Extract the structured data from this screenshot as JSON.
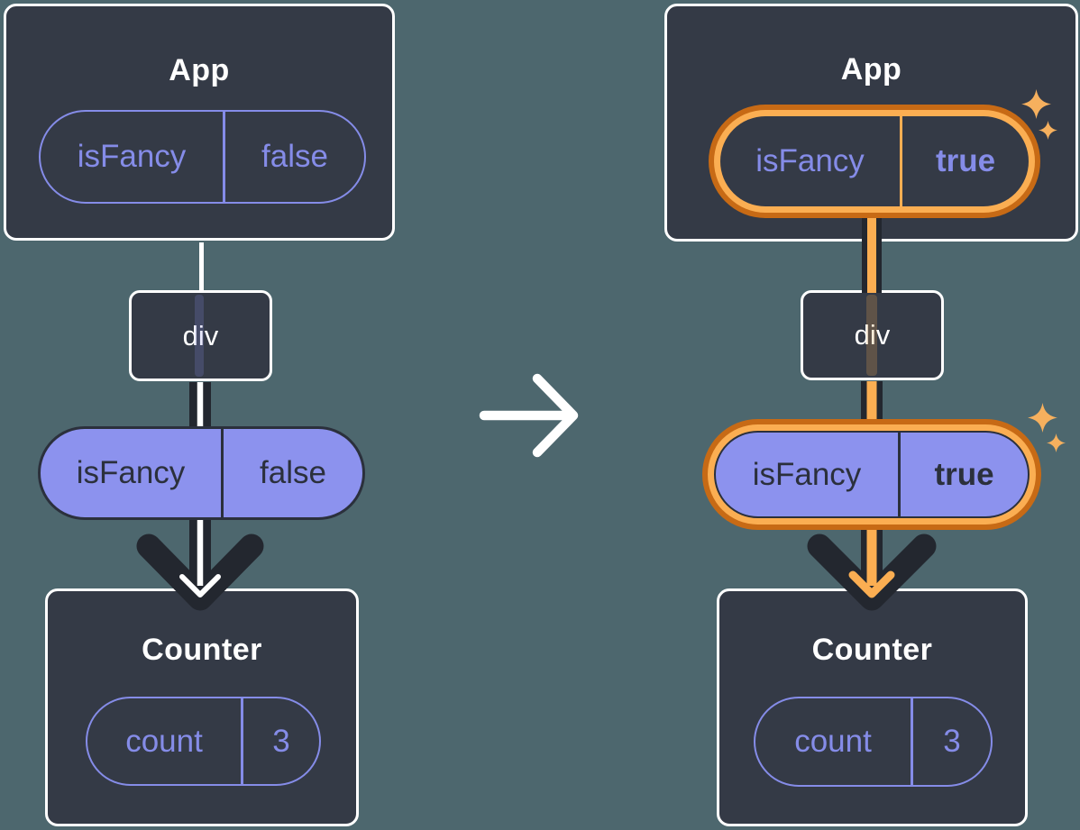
{
  "colors": {
    "background": "#4D676E",
    "node_fill": "#343A46",
    "node_border": "#FFFFFF",
    "purple_accent": "#858CE8",
    "purple_fill": "#8C92EE",
    "dark_ink": "#23272F",
    "orange_dark": "#C76A15",
    "orange_light": "#FBAE52",
    "arrow_white": "#FFFFFF"
  },
  "icons": {
    "transition": "right-arrow-icon",
    "sparkle": "sparkle-icon",
    "flow": "down-arrow-icon"
  },
  "left": {
    "app": {
      "title": "App",
      "state": {
        "name": "isFancy",
        "value": "false"
      }
    },
    "div_node": {
      "label": "div"
    },
    "prop": {
      "name": "isFancy",
      "value": "false"
    },
    "counter": {
      "title": "Counter",
      "state": {
        "name": "count",
        "value": "3"
      }
    }
  },
  "right": {
    "app": {
      "title": "App",
      "state": {
        "name": "isFancy",
        "value": "true"
      }
    },
    "div_node": {
      "label": "div"
    },
    "prop": {
      "name": "isFancy",
      "value": "true"
    },
    "counter": {
      "title": "Counter",
      "state": {
        "name": "count",
        "value": "3"
      }
    }
  }
}
